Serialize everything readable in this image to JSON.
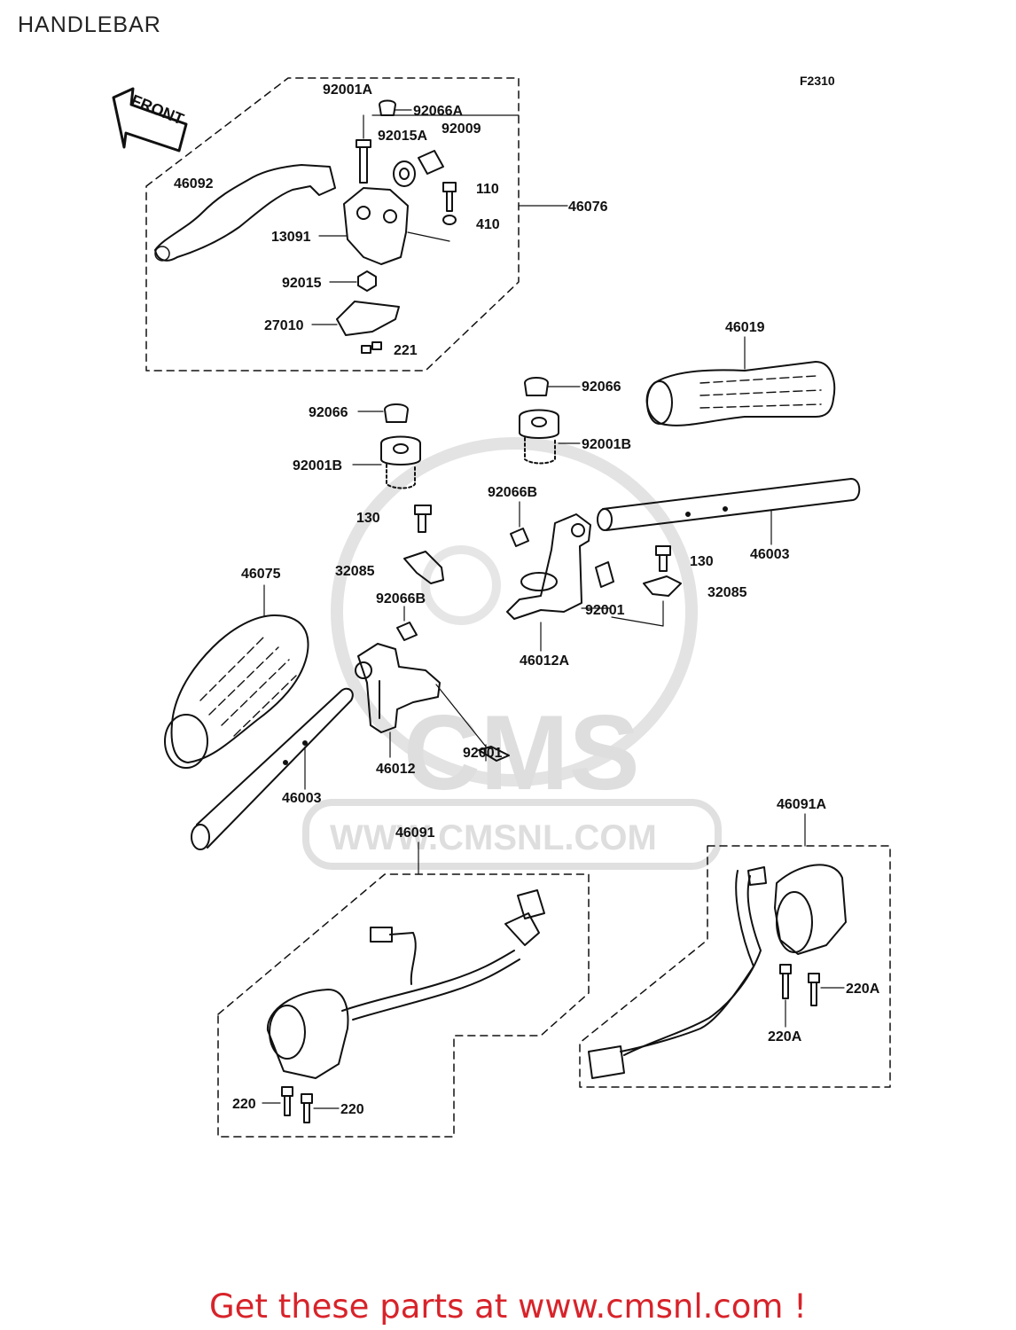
{
  "page": {
    "title": "HANDLEBAR",
    "figure_code": "F2310"
  },
  "front_indicator": "FRONT",
  "watermark": {
    "logo_text": "CMS",
    "url_text": "WWW.CMSNL.COM"
  },
  "labels": {
    "l92001A": "92001A",
    "l92066A": "92066A",
    "l92015A": "92015A",
    "l92009": "92009",
    "l46092": "46092",
    "l110": "110",
    "l46076": "46076",
    "l410": "410",
    "l13091": "13091",
    "l92015": "92015",
    "l27010": "27010",
    "l221": "221",
    "l46019": "46019",
    "l92066_r": "92066",
    "l92066_l": "92066",
    "l92001B_r": "92001B",
    "l92001B_l": "92001B",
    "l92066B_t": "92066B",
    "l130_l": "130",
    "l46003_r": "46003",
    "l130_r": "130",
    "l32085_l": "32085",
    "l32085_r": "32085",
    "l46075": "46075",
    "l92066B_b": "92066B",
    "l92001_r": "92001",
    "l46012A": "46012A",
    "l92001_b": "92001",
    "l46012": "46012",
    "l46003_l": "46003",
    "l46091A": "46091A",
    "l46091": "46091",
    "l220A_r": "220A",
    "l220A_b": "220A",
    "l220_l": "220",
    "l220_r": "220"
  },
  "footer": "Get these parts at www.cmsnl.com !"
}
